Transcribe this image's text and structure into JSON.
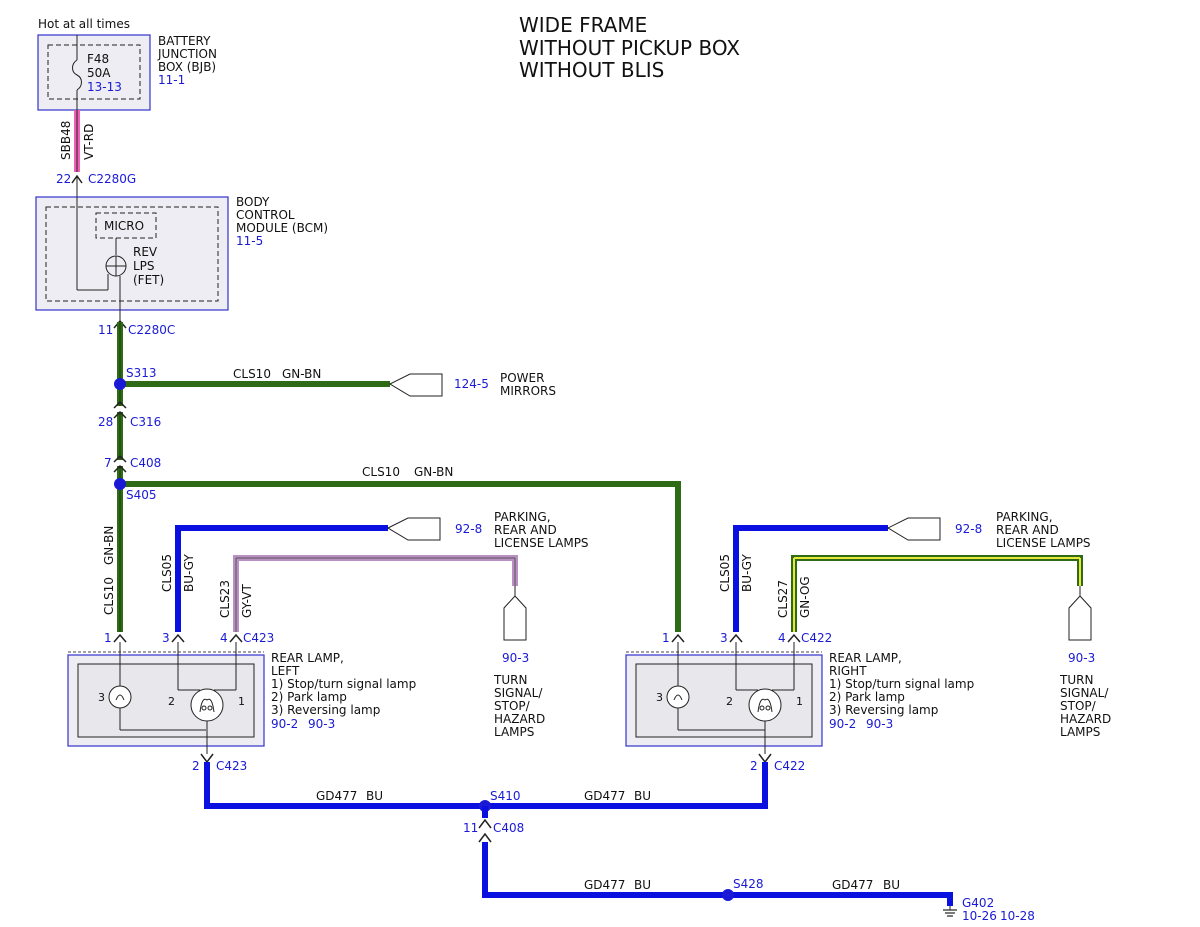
{
  "colors": {
    "wire_green": "#2f6b16",
    "wire_blue": "#0a10e0",
    "wire_violet": "#b98fc4",
    "wire_pink": "#f05fb6",
    "wire_yellow": "#e8e838",
    "ref_blue": "#1a1ad6",
    "module_fill": "#ededf3",
    "module_border": "#3333cc"
  },
  "title": {
    "line1": "WIDE FRAME",
    "line2": "WITHOUT PICKUP BOX",
    "line3": "WITHOUT BLIS"
  },
  "bjb": {
    "supply_label": "Hot at all times",
    "name_line1": "BATTERY",
    "name_line2": "JUNCTION",
    "name_line3": "BOX (BJB)",
    "ref": "11-1",
    "fuse_name": "F48",
    "fuse_rating": "50A",
    "fuse_ref": "13-13"
  },
  "feed_wire": {
    "circuit": "SBB48",
    "color_code": "VT-RD"
  },
  "connector_c2280g": {
    "pin": "22",
    "name": "C2280G"
  },
  "bcm": {
    "name_line1": "BODY",
    "name_line2": "CONTROL",
    "name_line3": "MODULE (BCM)",
    "ref": "11-5",
    "micro_label": "MICRO",
    "fet_line1": "REV",
    "fet_line2": "LPS",
    "fet_line3": "(FET)"
  },
  "connector_c2280c": {
    "pin": "11",
    "name": "C2280C"
  },
  "splice_s313": {
    "name": "S313",
    "circuit": "CLS10",
    "color_code": "GN-BN",
    "dest_ref": "124-5",
    "dest_line1": "POWER",
    "dest_line2": "MIRRORS"
  },
  "connector_c316": {
    "pin": "28",
    "name": "C316"
  },
  "connector_c408_top": {
    "pin": "7",
    "name": "C408"
  },
  "splice_s405": {
    "name": "S405",
    "circuit": "CLS10",
    "color_code": "GN-BN"
  },
  "left_wires": {
    "cls10_circuit": "CLS10",
    "cls10_color": "GN-BN",
    "cls05_circuit": "CLS05",
    "cls05_color": "BU-GY",
    "cls23_circuit": "CLS23",
    "cls23_color": "GY-VT",
    "parking_ref": "92-8",
    "parking_line1": "PARKING,",
    "parking_line2": "REAR AND",
    "parking_line3": "LICENSE LAMPS",
    "turn_ref": "90-3",
    "turn_line1": "TURN",
    "turn_line2": "SIGNAL/",
    "turn_line3": "STOP/",
    "turn_line4": "HAZARD",
    "turn_line5": "LAMPS"
  },
  "right_wires": {
    "cls05_circuit": "CLS05",
    "cls05_color": "BU-GY",
    "cls27_circuit": "CLS27",
    "cls27_color": "GN-OG",
    "parking_ref": "92-8",
    "parking_line1": "PARKING,",
    "parking_line2": "REAR AND",
    "parking_line3": "LICENSE LAMPS",
    "turn_ref": "90-3",
    "turn_line1": "TURN",
    "turn_line2": "SIGNAL/",
    "turn_line3": "STOP/",
    "turn_line4": "HAZARD",
    "turn_line5": "LAMPS"
  },
  "rear_lamp_left": {
    "connector": "C423",
    "pin1": "1",
    "pin3": "3",
    "pin4": "4",
    "pin2": "2",
    "name_line1": "REAR LAMP,",
    "name_line2": "LEFT",
    "item1": "1) Stop/turn signal lamp",
    "item2": "2) Park lamp",
    "item3": "3) Reversing lamp",
    "ref1": "90-2",
    "ref2": "90-3",
    "bulb_left": "3",
    "bulb_mid": "2",
    "bulb_right": "1"
  },
  "rear_lamp_right": {
    "connector": "C422",
    "pin1": "1",
    "pin3": "3",
    "pin4": "4",
    "pin2": "2",
    "name_line1": "REAR LAMP,",
    "name_line2": "RIGHT",
    "item1": "1) Stop/turn signal lamp",
    "item2": "2) Park lamp",
    "item3": "3) Reversing lamp",
    "ref1": "90-2",
    "ref2": "90-3",
    "bulb_left": "3",
    "bulb_mid": "2",
    "bulb_right": "1"
  },
  "ground": {
    "left_circuit": "GD477",
    "left_color": "BU",
    "right_circuit": "GD477",
    "right_color": "BU",
    "splice_s410": "S410",
    "c408_pin": "11",
    "c408_name": "C408",
    "bottom_left_circuit": "GD477",
    "bottom_left_color": "BU",
    "splice_s428": "S428",
    "bottom_right_circuit": "GD477",
    "bottom_right_color": "BU",
    "ground_name": "G402",
    "ground_ref1": "10-26",
    "ground_ref2": "10-28"
  }
}
